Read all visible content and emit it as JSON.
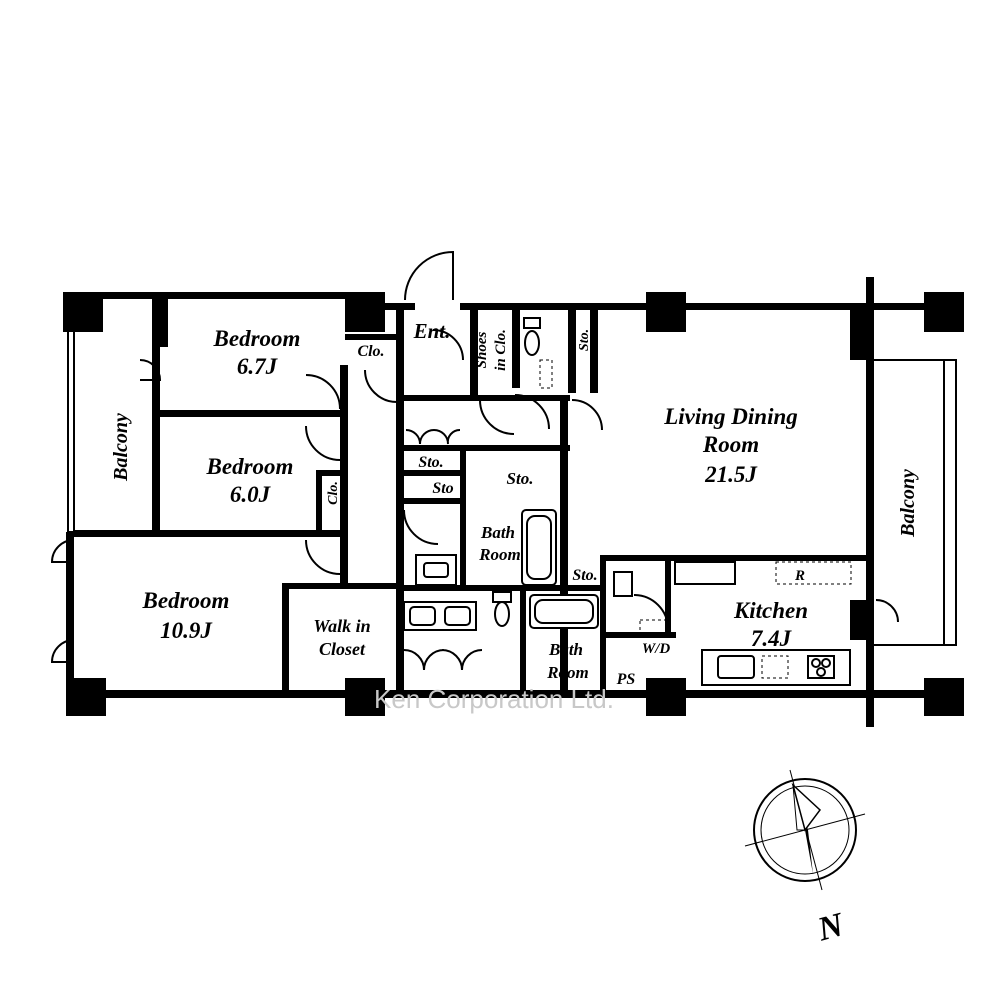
{
  "rooms": {
    "bedroom1": {
      "name": "Bedroom",
      "size": "6.7J"
    },
    "bedroom2": {
      "name": "Bedroom",
      "size": "6.0J"
    },
    "bedroom3": {
      "name": "Bedroom",
      "size": "10.9J"
    },
    "living": {
      "name1": "Living Dining",
      "name2": "Room",
      "size": "21.5J"
    },
    "kitchen": {
      "name": "Kitchen",
      "size": "7.4J"
    },
    "walkin": {
      "line1": "Walk in",
      "line2": "Closet"
    },
    "bath1": {
      "line1": "Bath",
      "line2": "Room"
    },
    "bath2": {
      "line1": "Bath",
      "line2": "Room"
    }
  },
  "labels": {
    "entrance": "Ent.",
    "shoes_line1": "Shoes",
    "shoes_line2": "in Clo.",
    "closet_top": "Clo.",
    "closet_mid": "Clo.",
    "sto_top": "Sto.",
    "sto_left": "Sto.",
    "sto_small": "Sto",
    "sto_center": "Sto.",
    "sto_kitchen": "Sto.",
    "balcony_west": "Balcony",
    "balcony_east": "Balcony",
    "washer_dryer": "W/D",
    "pipe_space": "PS",
    "refrigerator": "R"
  },
  "compass": {
    "north": "N"
  },
  "watermark": "Ken Corporation Ltd."
}
